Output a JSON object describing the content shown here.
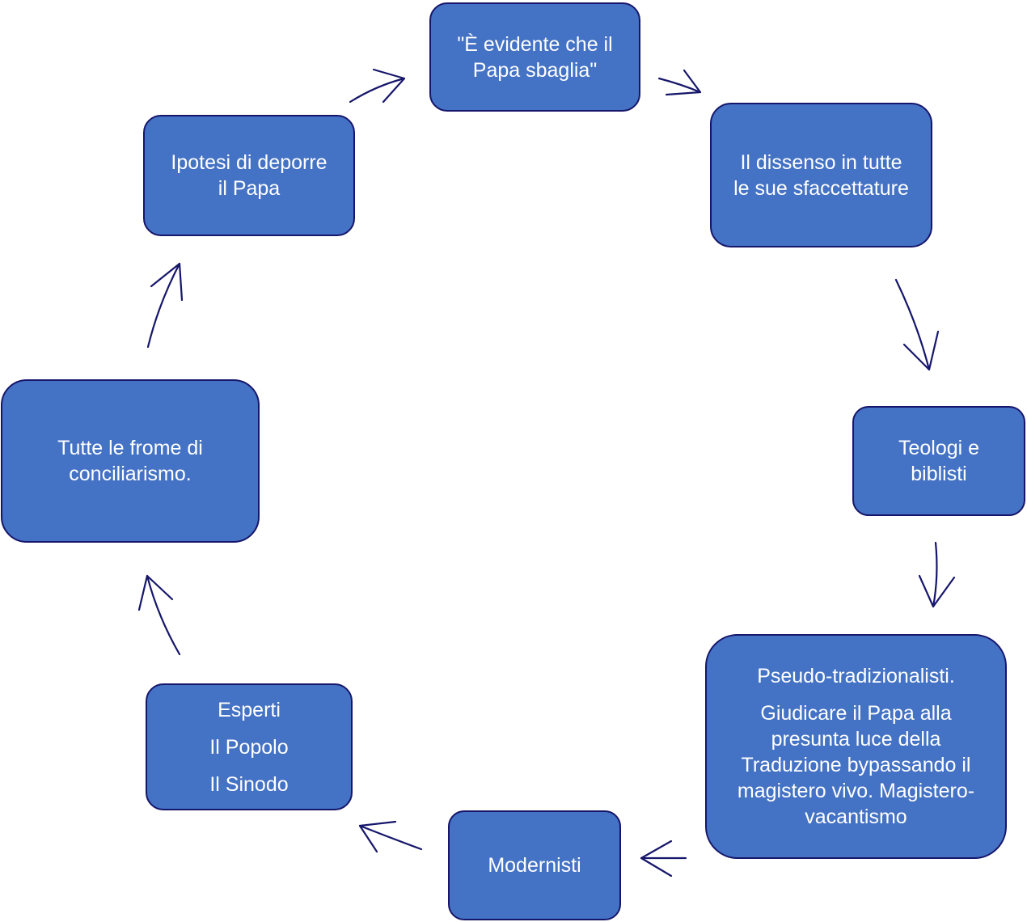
{
  "diagram": {
    "nodes": {
      "top": {
        "lines": [
          "\"È evidente che il",
          "Papa sbaglia\""
        ]
      },
      "right1": {
        "lines": [
          "Il dissenso in tutte",
          "le sue sfaccettature"
        ]
      },
      "right2": {
        "lines": [
          "Teologi e",
          "biblisti"
        ]
      },
      "right3": {
        "paragraphs": [
          "Pseudo-tradizionalisti.",
          "Giudicare il Papa alla presunta luce della Traduzione bypassando il magistero vivo. Magistero-vacantismo"
        ]
      },
      "bottom": {
        "lines": [
          "Modernisti"
        ]
      },
      "left3": {
        "paragraphs": [
          "Esperti",
          "Il Popolo",
          "Il Sinodo"
        ]
      },
      "left2": {
        "lines": [
          "Tutte le frome di",
          "conciliarismo."
        ]
      },
      "left1": {
        "lines": [
          "Ipotesi di deporre",
          "il Papa"
        ]
      }
    },
    "colors": {
      "node_fill": "#4472c4",
      "node_border": "#16166b",
      "arrow": "#16166b",
      "text": "#ffffff"
    },
    "icons": {
      "arrow": "open-chevron-arrow"
    }
  }
}
